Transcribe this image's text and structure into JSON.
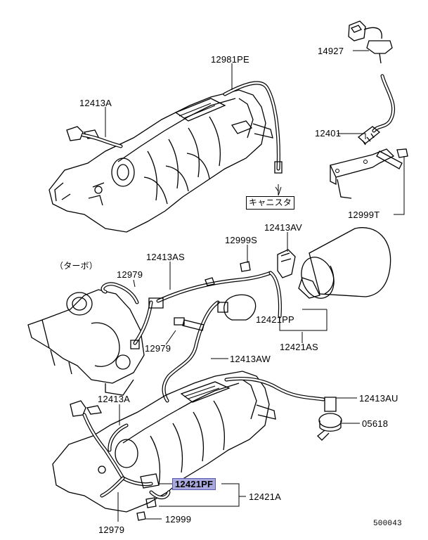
{
  "diagram": {
    "labels": {
      "l_12981PE": "12981PE",
      "l_12413A_top": "12413A",
      "l_14927": "14927",
      "l_12401": "12401",
      "l_12999T": "12999T",
      "l_canister": "キャニスタ",
      "l_12413AV": "12413AV",
      "l_12999S": "12999S",
      "l_12413AS": "12413AS",
      "l_turbo": "（ターボ）",
      "l_12979_a": "12979",
      "l_12421PP": "12421PP",
      "l_12421AS": "12421AS",
      "l_12979_b": "12979",
      "l_12413AW": "12413AW",
      "l_12413A_mid": "12413A",
      "l_12413AU": "12413AU",
      "l_05618": "05618",
      "l_12421PF": "12421PF",
      "l_12421A": "12421A",
      "l_12999": "12999",
      "l_12979_c": "12979",
      "l_code": "500043"
    }
  }
}
